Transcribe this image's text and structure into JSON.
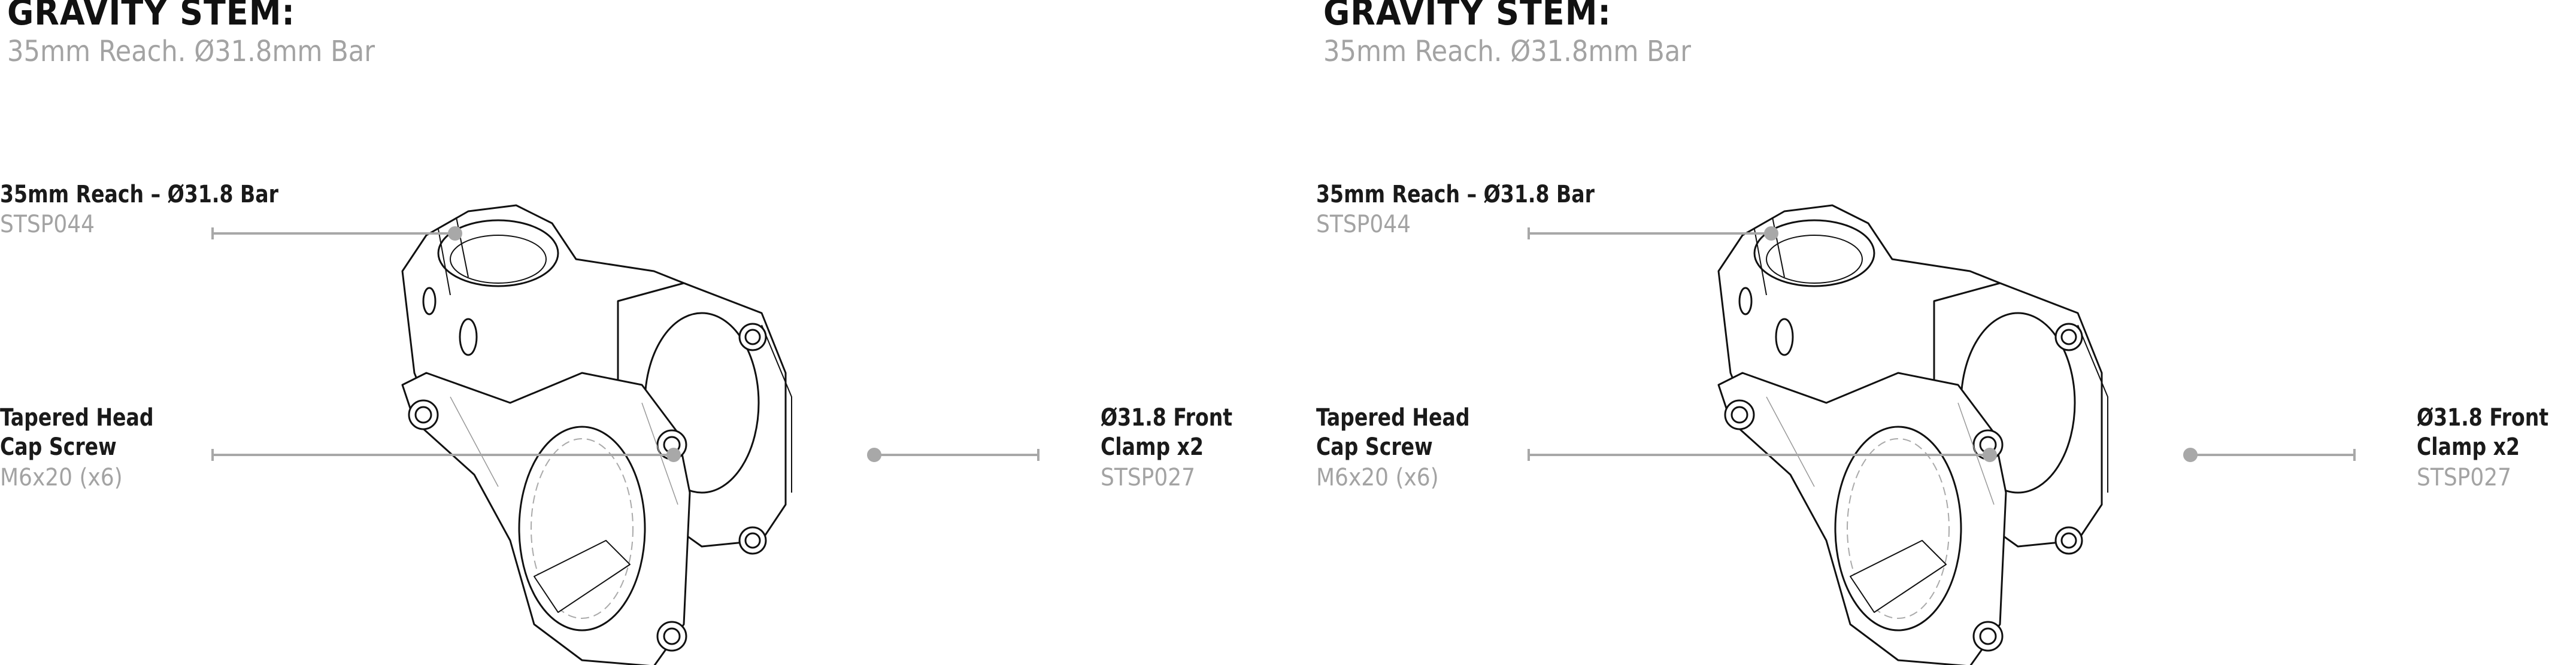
{
  "panels": [
    {
      "title": "GRAVITY STEM:",
      "subtitle": "35mm Reach. Ø31.8mm Bar",
      "callouts": {
        "reach": {
          "name": "35mm Reach – Ø31.8 Bar",
          "code": "STSP044"
        },
        "screw": {
          "name_line1": "Tapered Head",
          "name_line2": "Cap Screw",
          "code": "M6x20 (x6)"
        },
        "clamp": {
          "name_line1": "Ø31.8 Front",
          "name_line2": "Clamp x2",
          "code": "STSP027"
        }
      }
    },
    {
      "title": "GRAVITY STEM:",
      "subtitle": "35mm Reach. Ø31.8mm Bar",
      "callouts": {
        "reach": {
          "name": "35mm Reach – Ø31.8 Bar",
          "code": "STSP044"
        },
        "screw": {
          "name_line1": "Tapered Head",
          "name_line2": "Cap Screw",
          "code": "M6x20 (x6)"
        },
        "clamp": {
          "name_line1": "Ø31.8 Front",
          "name_line2": "Clamp x2",
          "code": "STSP027"
        }
      }
    }
  ],
  "colors": {
    "leader": "#a8a8a8",
    "text": "#1a1a1a",
    "muted": "#a3a3a3"
  }
}
